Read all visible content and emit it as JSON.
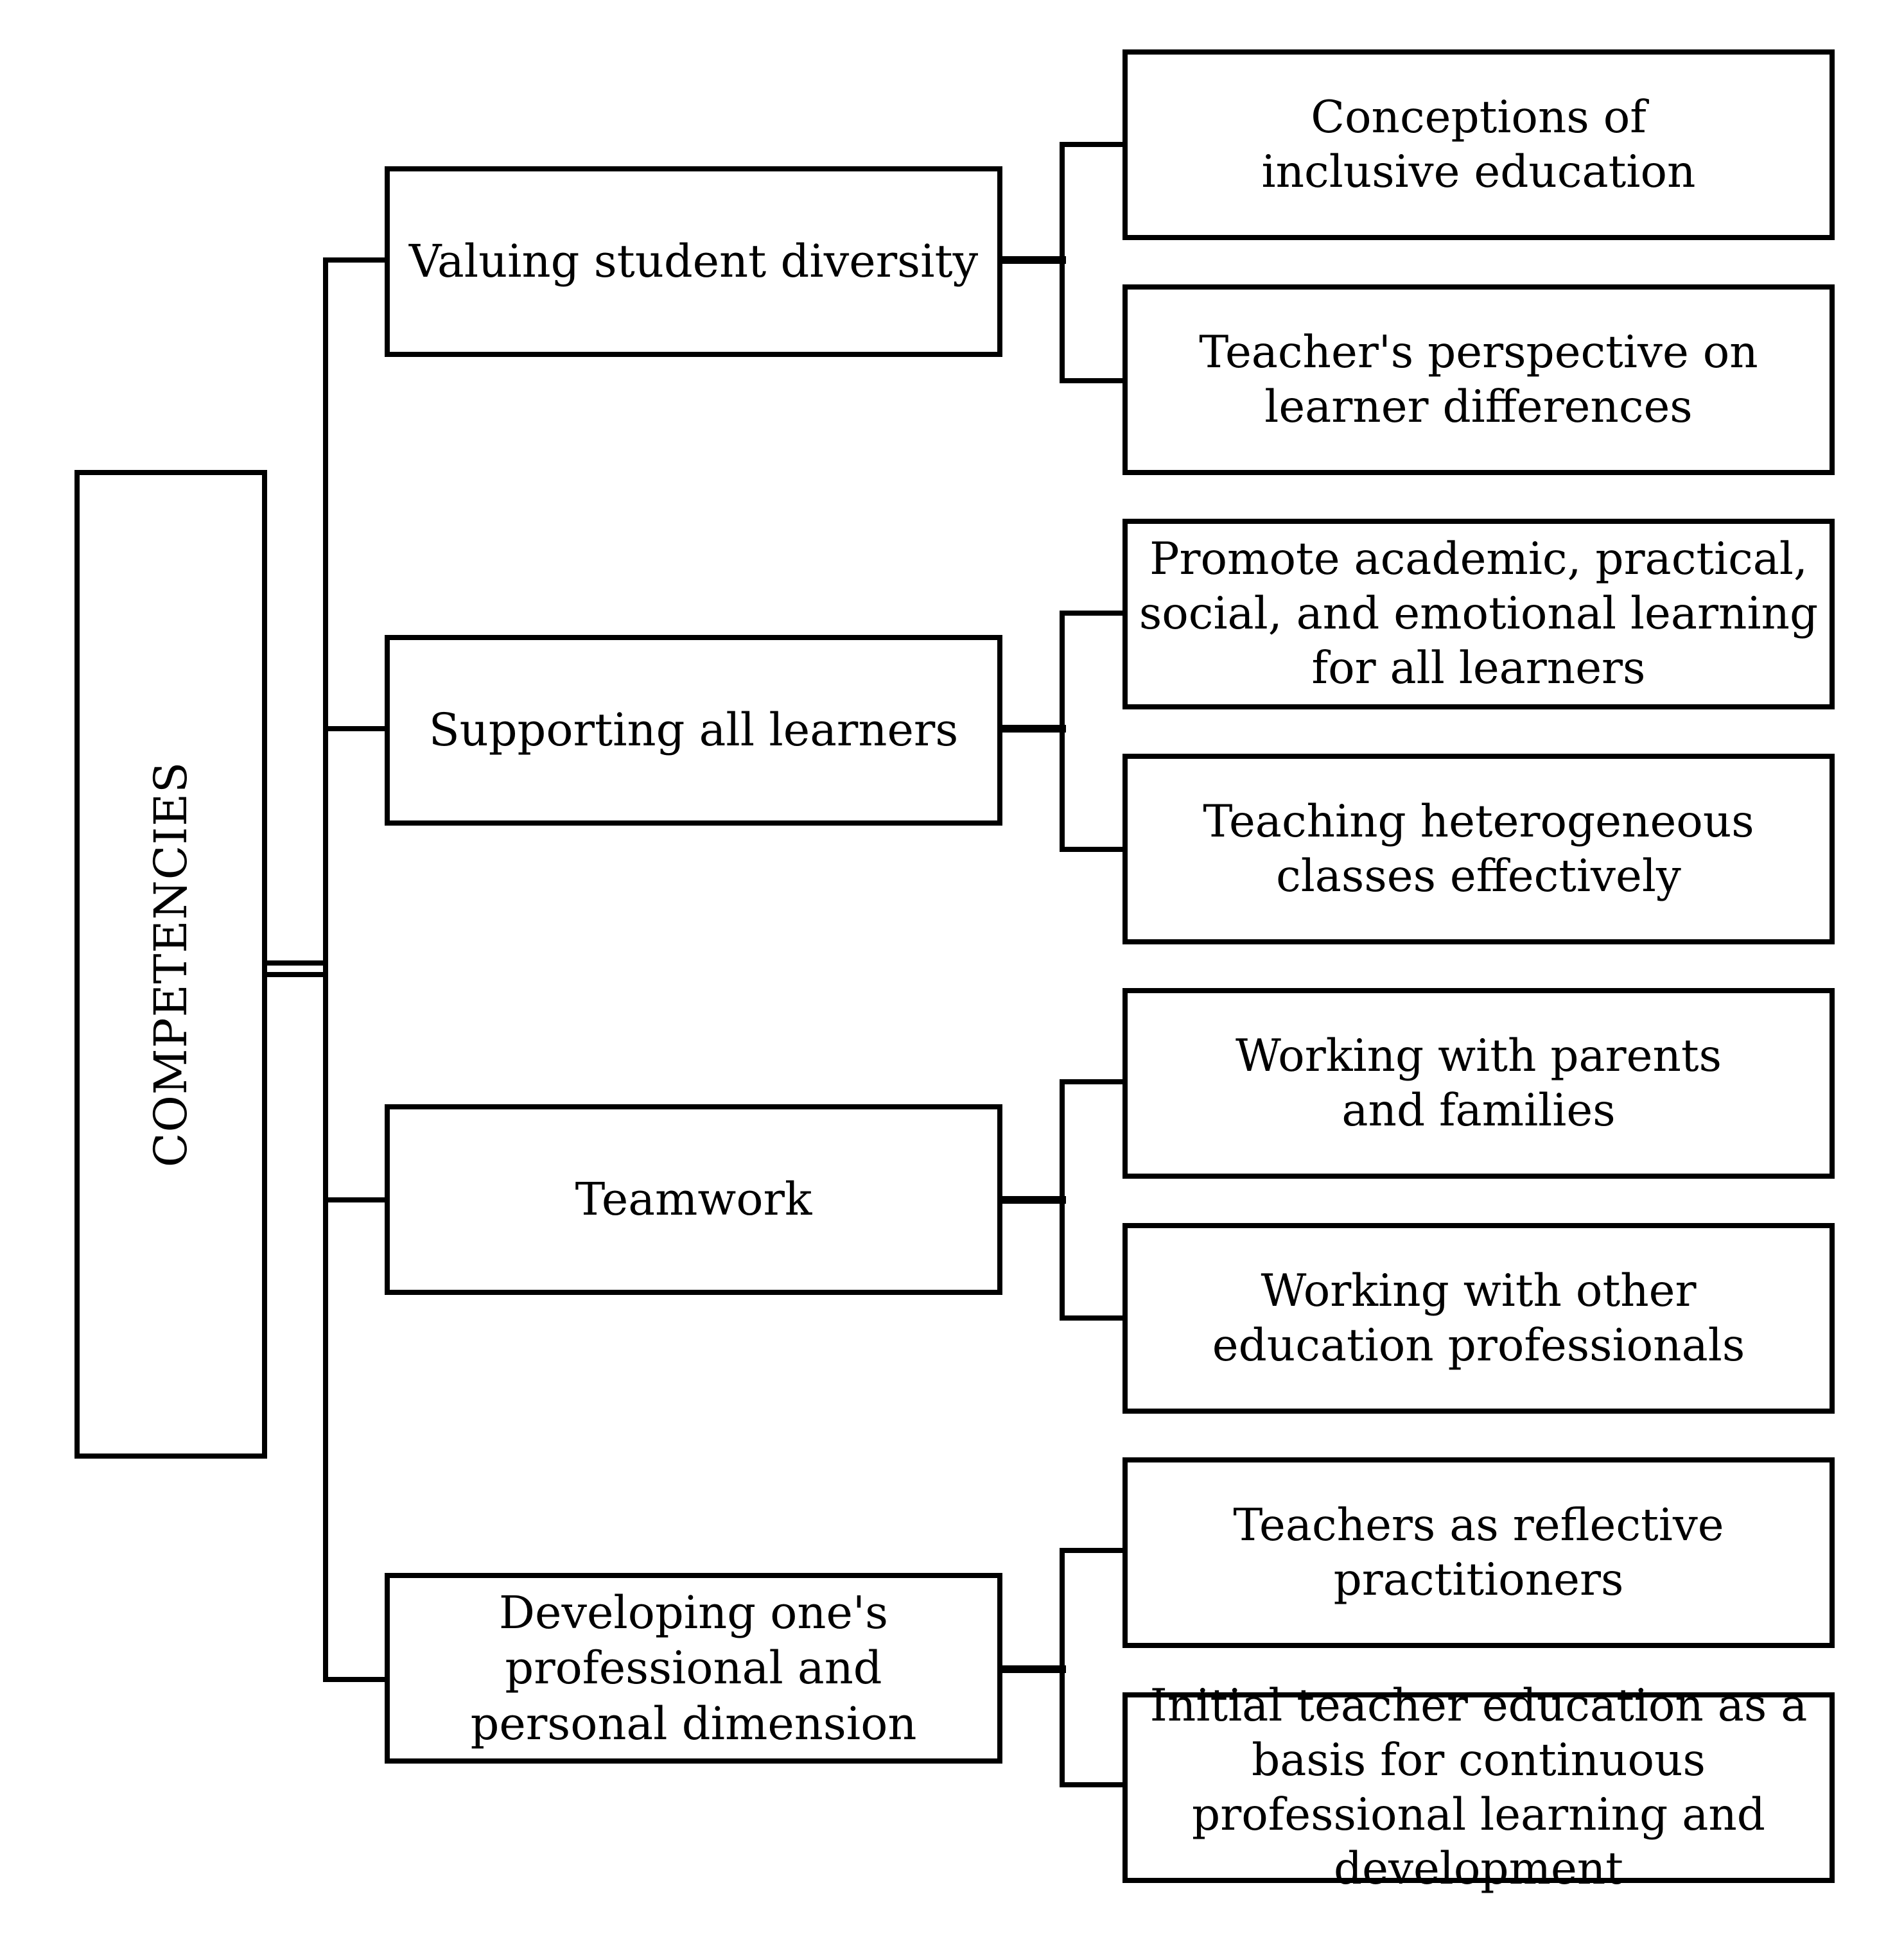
{
  "root": {
    "label": "COMPETENCIES"
  },
  "groups": [
    {
      "label": "Valuing student diversity",
      "children": [
        {
          "label": "Conceptions of inclusive education"
        },
        {
          "label": "Teacher's perspective on learner differences"
        }
      ]
    },
    {
      "label": "Supporting all learners",
      "children": [
        {
          "label": "Promote academic, practical, social, and emotional learning for all learners"
        },
        {
          "label": "Teaching heterogeneous classes effectively"
        }
      ]
    },
    {
      "label": "Teamwork",
      "children": [
        {
          "label": "Working with parents and families"
        },
        {
          "label": "Working with other education professionals"
        }
      ]
    },
    {
      "label": "Developing one's professional and personal dimension",
      "children": [
        {
          "label": "Teachers as reflective practitioners"
        },
        {
          "label": "Initial teacher education as a basis for continuous professional learning and development"
        }
      ]
    }
  ]
}
